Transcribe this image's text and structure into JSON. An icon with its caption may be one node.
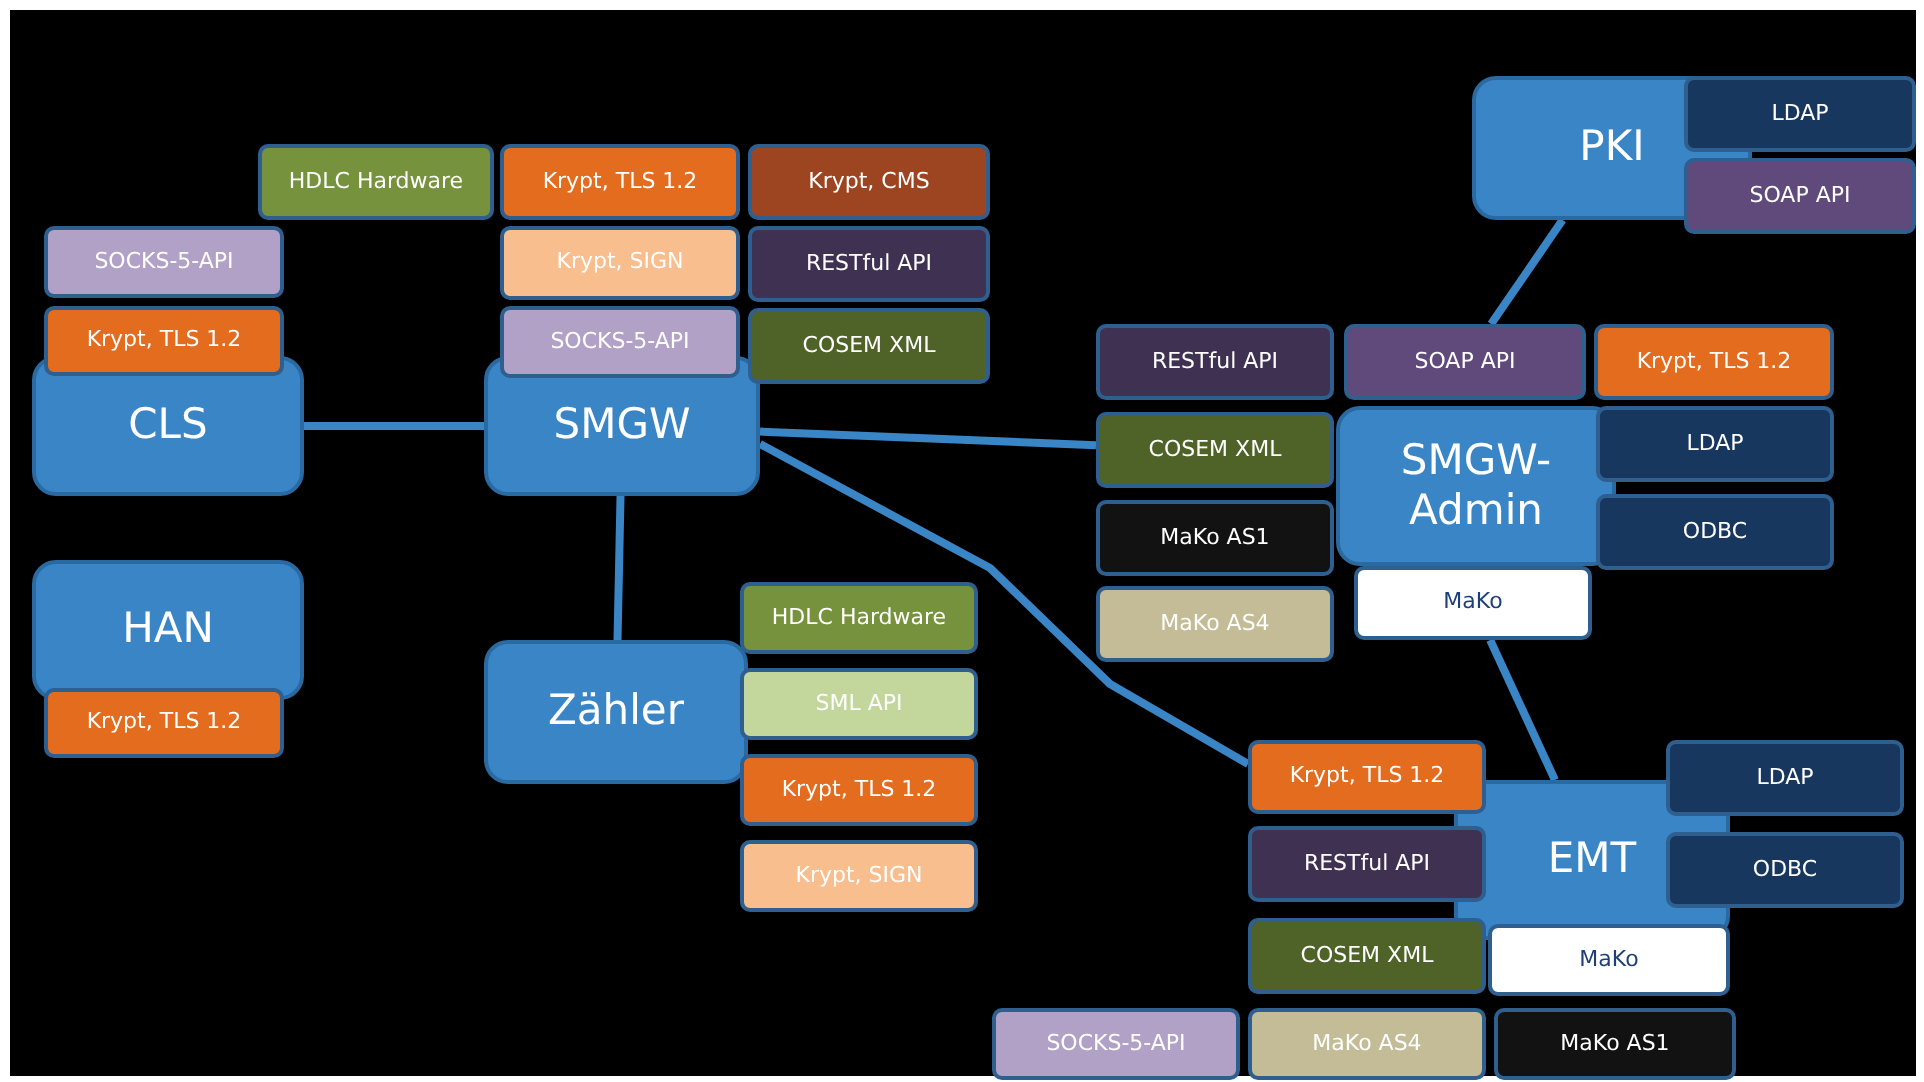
{
  "diagram": {
    "nodes": [
      {
        "text": [
          "CLS"
        ]
      },
      {
        "text": [
          "SOCKS-5-API"
        ]
      },
      {
        "text": [
          "Krypt, TLS 1.2"
        ]
      },
      {
        "text": [
          "HAN"
        ]
      },
      {
        "text": [
          "Krypt, TLS 1.2"
        ]
      },
      {
        "text": [
          "SMGW"
        ]
      },
      {
        "text": [
          "HDLC Hardware"
        ]
      },
      {
        "text": [
          "Krypt, TLS 1.2"
        ]
      },
      {
        "text": [
          "Krypt, SIGN"
        ]
      },
      {
        "text": [
          "SOCKS-5-API"
        ]
      },
      {
        "text": [
          "Krypt, CMS"
        ]
      },
      {
        "text": [
          "RESTful API"
        ]
      },
      {
        "text": [
          "COSEM XML"
        ]
      },
      {
        "text": [
          "Zähler"
        ]
      },
      {
        "text": [
          "HDLC Hardware"
        ]
      },
      {
        "text": [
          "SML API"
        ]
      },
      {
        "text": [
          "Krypt, TLS 1.2"
        ]
      },
      {
        "text": [
          "Krypt, SIGN"
        ]
      },
      {
        "text": [
          "PKI"
        ]
      },
      {
        "text": [
          "LDAP"
        ]
      },
      {
        "text": [
          "SOAP API"
        ]
      },
      {
        "text": [
          "SMGW- Admin"
        ]
      },
      {
        "text": [
          "RESTful API"
        ]
      },
      {
        "text": [
          "SOAP API"
        ]
      },
      {
        "text": [
          "Krypt, TLS 1.2"
        ]
      },
      {
        "text": [
          "COSEM XML"
        ]
      },
      {
        "text": [
          "LDAP"
        ]
      },
      {
        "text": [
          "MaKo AS1"
        ]
      },
      {
        "text": [
          "ODBC"
        ]
      },
      {
        "text": [
          "MaKo AS4"
        ]
      },
      {
        "text": [
          "MaKo"
        ]
      },
      {
        "text": [
          "EMT"
        ]
      },
      {
        "text": [
          "Krypt, TLS 1.2"
        ]
      },
      {
        "text": [
          "LDAP"
        ]
      },
      {
        "text": [
          "RESTful API"
        ]
      },
      {
        "text": [
          "ODBC"
        ]
      },
      {
        "text": [
          "COSEM XML"
        ]
      },
      {
        "text": [
          "MaKo"
        ]
      },
      {
        "text": [
          "SOCKS-5-API"
        ]
      },
      {
        "text": [
          "MaKo AS4"
        ]
      },
      {
        "text": [
          "MaKo AS1"
        ]
      }
    ],
    "edges": [
      {
        "from": 0,
        "to": 5,
        "arrow": "none"
      },
      {
        "from": 5,
        "to": 13,
        "arrow": "none"
      },
      {
        "from": 5,
        "to": 25,
        "arrow": "none"
      },
      {
        "from": 5,
        "to": 32,
        "arrow": "none"
      },
      {
        "from": 18,
        "to": 23,
        "arrow": "none"
      },
      {
        "from": 30,
        "to": 31,
        "arrow": "none"
      }
    ]
  }
}
